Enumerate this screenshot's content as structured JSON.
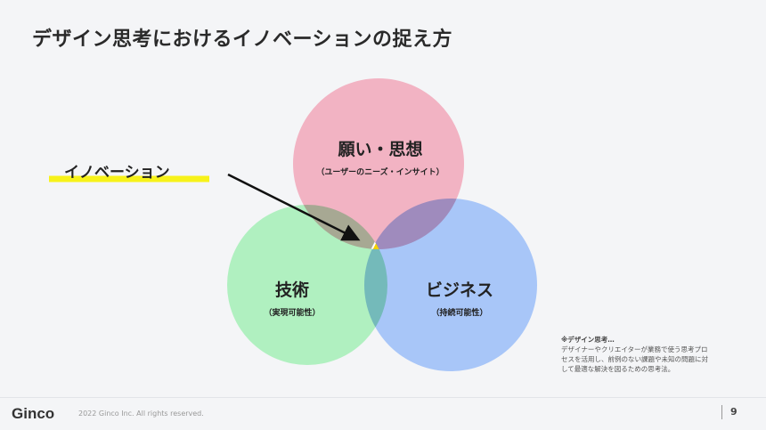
{
  "title": "デザイン思考におけるイノベーションの捉え方",
  "innovation_label": "イノベーション",
  "circles": {
    "desire": {
      "label": "願い・思想",
      "sub": "（ユーザーのニーズ・インサイト）",
      "color": "#f2b3c3"
    },
    "tech": {
      "label": "技術",
      "sub": "（実現可能性）",
      "color": "#b0f0c0"
    },
    "business": {
      "label": "ビジネス",
      "sub": "（持続可能性）",
      "color": "#a8c6f8"
    },
    "center_color": "#f5d200",
    "highlight_color": "#f7f21a"
  },
  "note": {
    "heading": "※デザイン思考…",
    "body": "デザイナーやクリエイターが業務で使う思考プロセスを活用し、前例のない課題や未知の問題に対して最適な解決を図るための思考法。"
  },
  "footer": {
    "logo": "Ginco",
    "copyright": "2022 Ginco Inc. All rights reserved.",
    "page": "9"
  }
}
